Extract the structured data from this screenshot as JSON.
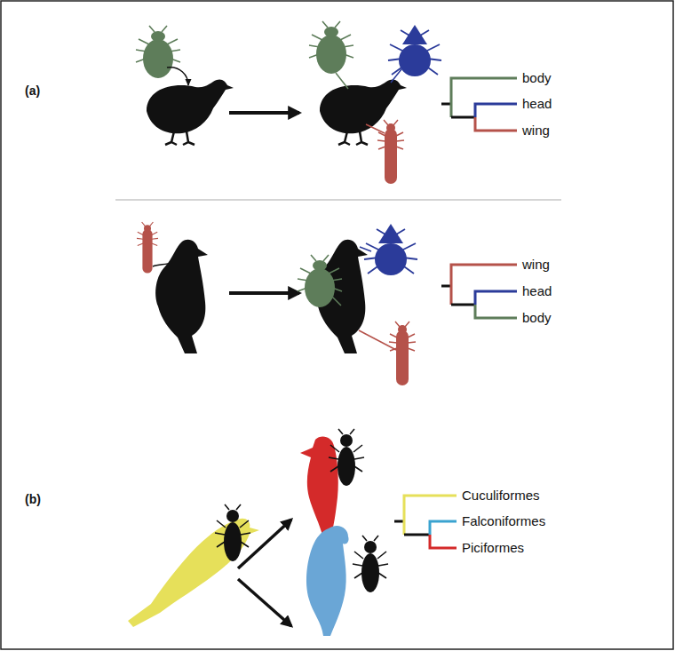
{
  "diagram": {
    "labels": [
      "(a)",
      "body",
      "head",
      "wing",
      "wing",
      "head",
      "body",
      "(b)",
      "Cuculiformes",
      "Falconiformes",
      "Piciformes"
    ]
  }
}
